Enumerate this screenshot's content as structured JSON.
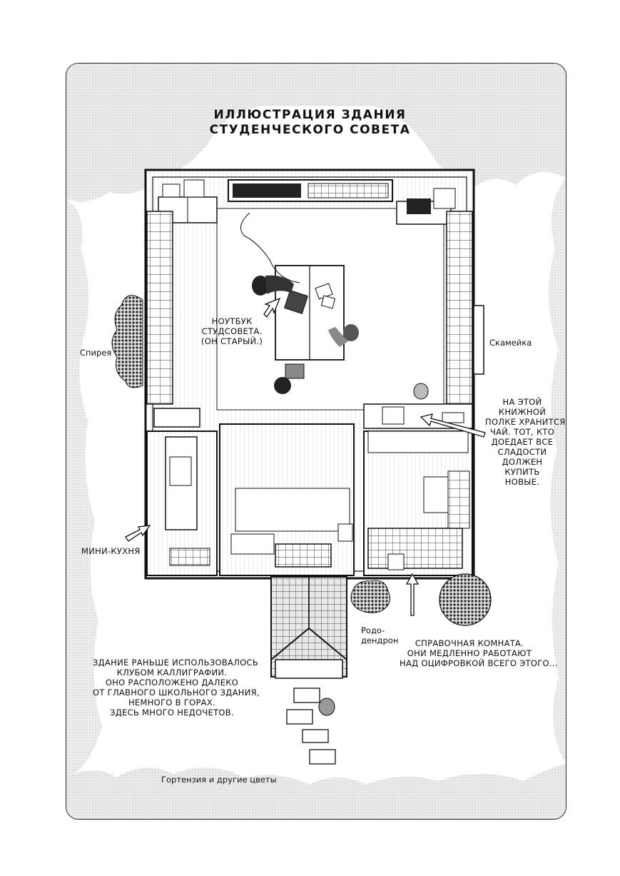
{
  "title": {
    "line1": "ИЛЛЮСТРАЦИЯ ЗДАНИЯ",
    "line2": "СТУДЕНЧЕСКОГО СОВЕТА"
  },
  "labels": {
    "laptop": [
      "НОУТБУК",
      "СТУДСОВЕТА.",
      "(ОН СТАРЫЙ.)"
    ],
    "spirea": "Спирея",
    "bench": "Скамейка",
    "shelf_note": [
      "НА ЭТОЙ",
      "КНИЖНОЙ",
      "ПОЛКЕ ХРАНИТСЯ",
      "ЧАЙ. ТОТ, КТО",
      "ДОЕДАЕТ ВСЕ",
      "СЛАДОСТИ",
      "ДОЛЖЕН",
      "КУПИТЬ",
      "НОВЫЕ."
    ],
    "mini_kitchen": "МИНИ-КУХНЯ",
    "rhododendron": [
      "Родо-",
      "дендрон"
    ],
    "reference_room": [
      "СПРАВОЧНАЯ КОМНАТА.",
      "ОНИ МЕДЛЕННО РАБОТАЮТ",
      "НАД ОЦИФРОВКОЙ ВСЕГО ЭТОГО..."
    ],
    "building_note": [
      "ЗДАНИЕ РАНЬШЕ ИСПОЛЬЗОВАЛОСЬ",
      "КЛУБОМ КАЛЛИГРАФИИ.",
      "ОНО РАСПОЛОЖЕНО ДАЛЕКО",
      "ОТ ГЛАВНОГО ШКОЛЬНОГО ЗДАНИЯ,",
      "НЕМНОГО В ГОРАХ.",
      "ЗДЕСЬ МНОГО НЕДОЧЕТОВ."
    ],
    "hydrangea": "Гортензия и другие цветы"
  }
}
